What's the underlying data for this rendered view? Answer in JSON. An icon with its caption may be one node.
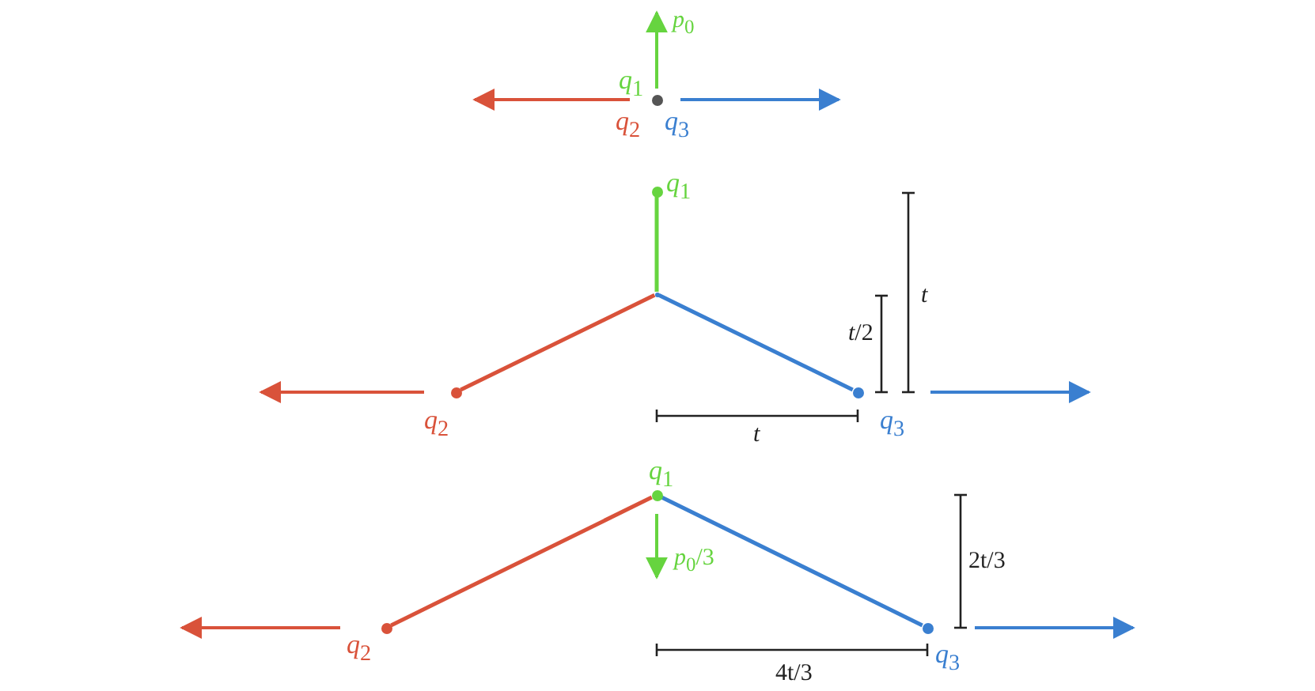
{
  "diagram": {
    "nodes": [
      {
        "text": [
          "*q*$_{1}$",
          "*q*$_{2}$",
          "*q*$_{3}$"
        ]
      },
      {
        "text": [
          "*q*$_{1}$"
        ]
      },
      {
        "text": [],
        "shape": "point"
      },
      {
        "text": [
          "*q*$_{2}$"
        ]
      },
      {
        "text": [
          "*q*$_{3}$"
        ]
      },
      {
        "text": [
          "*q*$_{1}$"
        ]
      },
      {
        "text": [
          "*q*$_{2}$"
        ]
      },
      {
        "text": [
          "*q*$_{3}$"
        ]
      }
    ],
    "edges": [
      {
        "from": 2,
        "to": 1,
        "arrow": "none",
        "color": "#66d43f"
      },
      {
        "from": 2,
        "to": 3,
        "arrow": "none",
        "color": "#d9523a"
      },
      {
        "from": 2,
        "to": 4,
        "arrow": "none",
        "color": "#3a7fd0"
      },
      {
        "from": 5,
        "to": 6,
        "arrow": "none",
        "color": "#d9523a"
      },
      {
        "from": 5,
        "to": 7,
        "arrow": "none",
        "color": "#3a7fd0"
      }
    ],
    "labels": [
      "*p*$_{0}$",
      "*t*",
      "*t*/2",
      "*t*",
      "*p*$_{0}$/3",
      "2t/3",
      "4t/3"
    ]
  }
}
